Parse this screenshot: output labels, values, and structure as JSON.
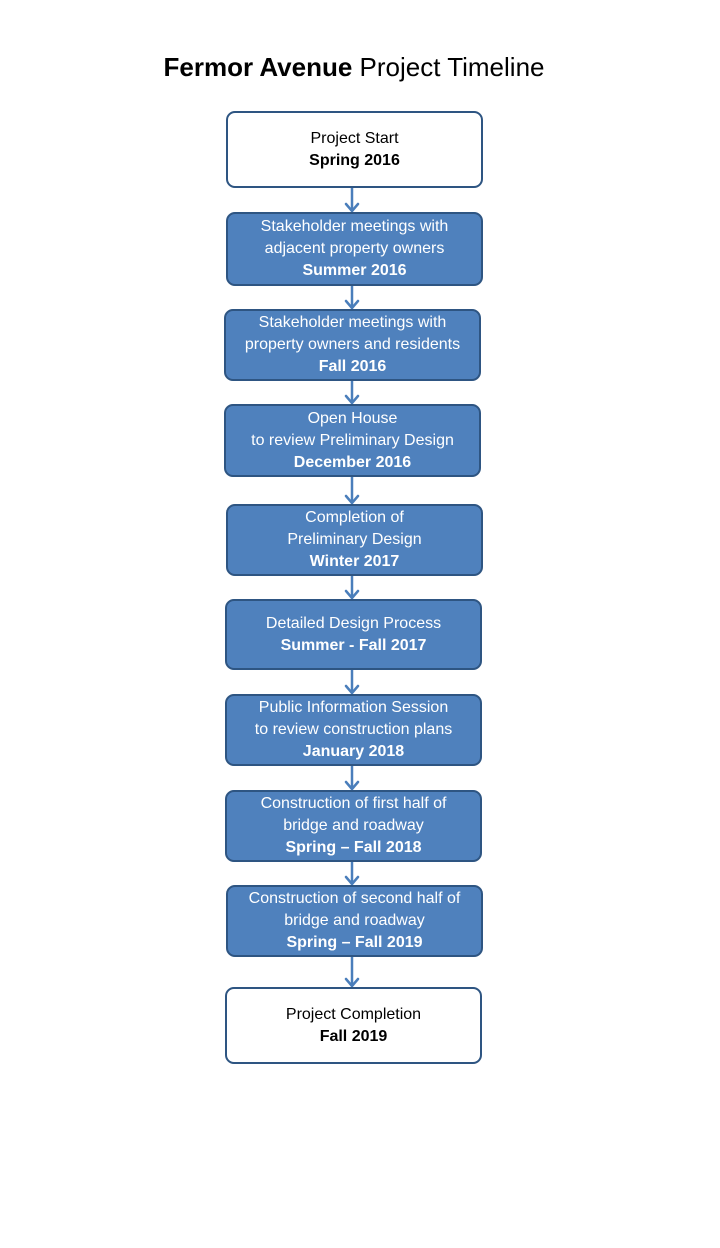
{
  "title": {
    "bold": "Fermor Avenue",
    "regular": "Project Timeline"
  },
  "steps": [
    {
      "lines": [
        "Project Start"
      ],
      "date": "Spring 2016",
      "style": "white"
    },
    {
      "lines": [
        "Stakeholder meetings with",
        "adjacent property owners"
      ],
      "date": "Summer 2016",
      "style": "blue"
    },
    {
      "lines": [
        "Stakeholder meetings with",
        "property owners and residents"
      ],
      "date": "Fall 2016",
      "style": "blue"
    },
    {
      "lines": [
        "Open House",
        "to review Preliminary Design"
      ],
      "date": "December 2016",
      "style": "blue"
    },
    {
      "lines": [
        "Completion of",
        "Preliminary Design"
      ],
      "date": "Winter 2017",
      "style": "blue"
    },
    {
      "lines": [
        "Detailed Design Process"
      ],
      "date": "Summer - Fall 2017",
      "style": "blue"
    },
    {
      "lines": [
        "Public Information Session",
        "to review construction plans"
      ],
      "date": "January 2018",
      "style": "blue"
    },
    {
      "lines": [
        "Construction of first half of",
        "bridge and roadway"
      ],
      "date": "Spring – Fall 2018",
      "style": "blue"
    },
    {
      "lines": [
        "Construction of second half of",
        "bridge and roadway"
      ],
      "date": "Spring – Fall 2019",
      "style": "blue"
    },
    {
      "lines": [
        "Project Completion"
      ],
      "date": "Fall 2019",
      "style": "white"
    }
  ],
  "colors": {
    "box_fill": "#4f81bd",
    "box_border": "#2e5582",
    "arrow": "#4a7ebb"
  }
}
